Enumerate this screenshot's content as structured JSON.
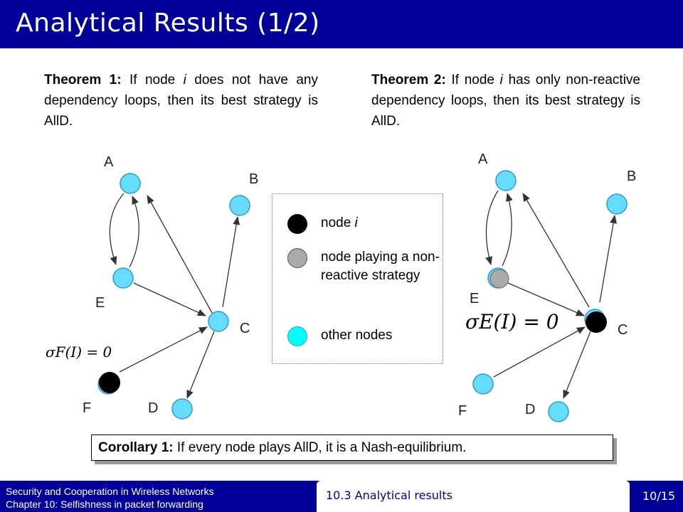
{
  "title": "Analytical Results (1/2)",
  "theorem1": {
    "label": "Theorem 1:",
    "text_a": " If node ",
    "var": "i",
    "text_b": " does not have any dependency loops, then its best strategy is AllD."
  },
  "theorem2": {
    "label": "Theorem 2:",
    "text_a": " If node ",
    "var": "i",
    "text_b": " has only non-reactive dependency loops, then its best strategy is AllD."
  },
  "legend": {
    "node_i_prefix": "node ",
    "node_i_var": "i",
    "non_reactive": "node playing a non-reactive strategy",
    "other": "other nodes"
  },
  "graph1": {
    "labels": [
      "A",
      "B",
      "C",
      "D",
      "E",
      "F"
    ],
    "equation": "σF(I) = 0"
  },
  "graph2": {
    "labels": [
      "A",
      "B",
      "C",
      "D",
      "E",
      "F"
    ],
    "equation": "σE(I) = 0"
  },
  "corollary": {
    "label": "Corollary 1:",
    "text": " If every node plays AllD, it is a Nash-equilibrium."
  },
  "footer": {
    "line1": "Security and Cooperation in Wireless Networks",
    "line2": "Chapter 10: Selfishness in packet forwarding",
    "section": "10.3 Analytical results",
    "page": "10/15"
  },
  "colors": {
    "bar": "#000099",
    "node_other": "#66ddff",
    "node_i": "#000000",
    "node_non_reactive": "#aaaaaa"
  }
}
